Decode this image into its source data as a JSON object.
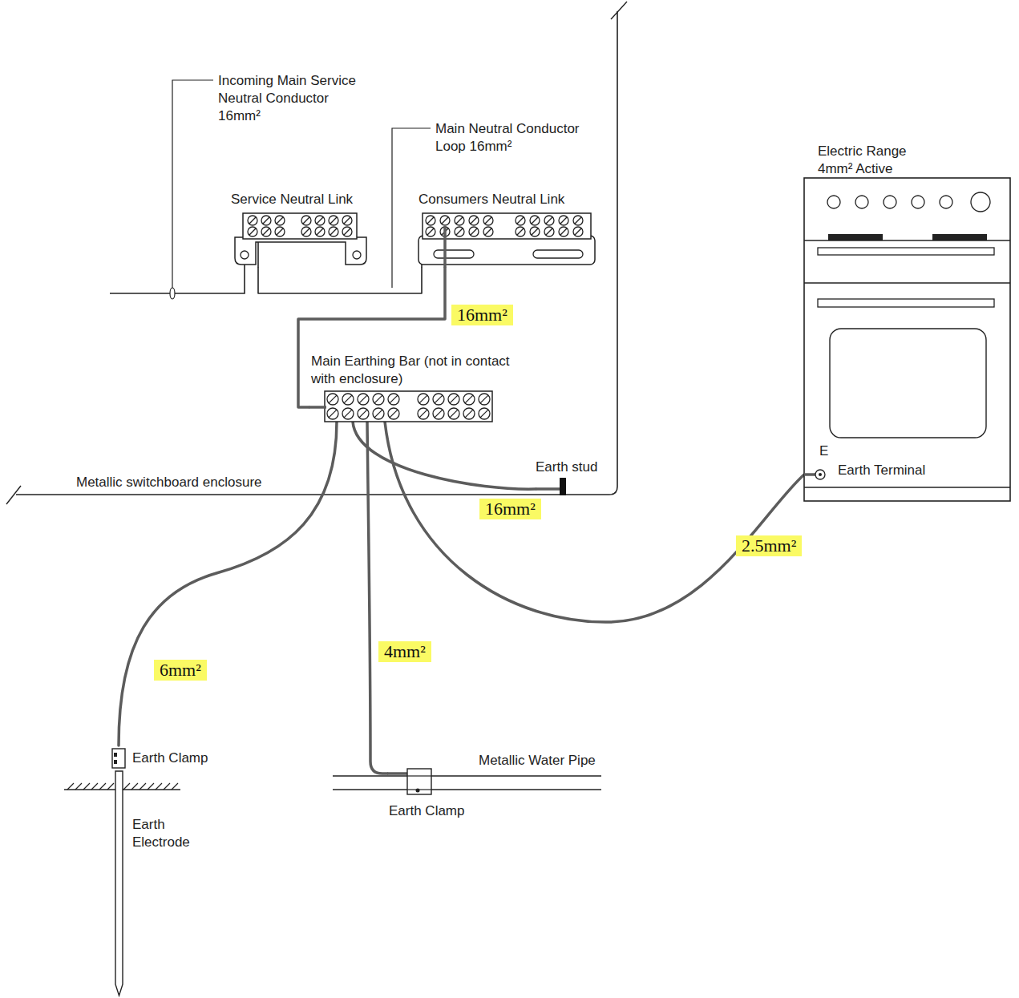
{
  "diagram": {
    "nodes": [
      {
        "text": [
          "Service Neutral Link"
        ]
      },
      {
        "text": [
          "Consumers Neutral Link"
        ]
      },
      {
        "text": [
          "Main Earthing Bar (not in contact with enclosure)"
        ]
      },
      {
        "text": [
          "Earth stud"
        ]
      },
      {
        "text": [
          "Electric Range 4mm² Active",
          "E",
          "Earth Terminal"
        ]
      },
      {
        "text": [
          "Earth Clamp"
        ]
      },
      {
        "text": [
          "Earth Clamp"
        ]
      }
    ],
    "edges": [
      {
        "from": 0,
        "to": 1,
        "arrow": "none"
      },
      {
        "from": 1,
        "to": 2,
        "arrow": "none",
        "label": "16mm²"
      },
      {
        "from": 2,
        "to": 3,
        "arrow": "none",
        "label": "16mm²"
      },
      {
        "from": 2,
        "to": 4,
        "arrow": "none",
        "label": "2.5mm²"
      },
      {
        "from": 2,
        "to": 5,
        "arrow": "none",
        "label": "6mm²"
      },
      {
        "from": 2,
        "to": 6,
        "arrow": "none",
        "label": "4mm²"
      }
    ],
    "labels": [
      "Incoming Main Service Neutral Conductor 16mm²",
      "Main Neutral Conductor Loop 16mm²",
      "Metallic switchboard enclosure",
      "Metallic Water Pipe",
      "Earth Electrode"
    ]
  }
}
